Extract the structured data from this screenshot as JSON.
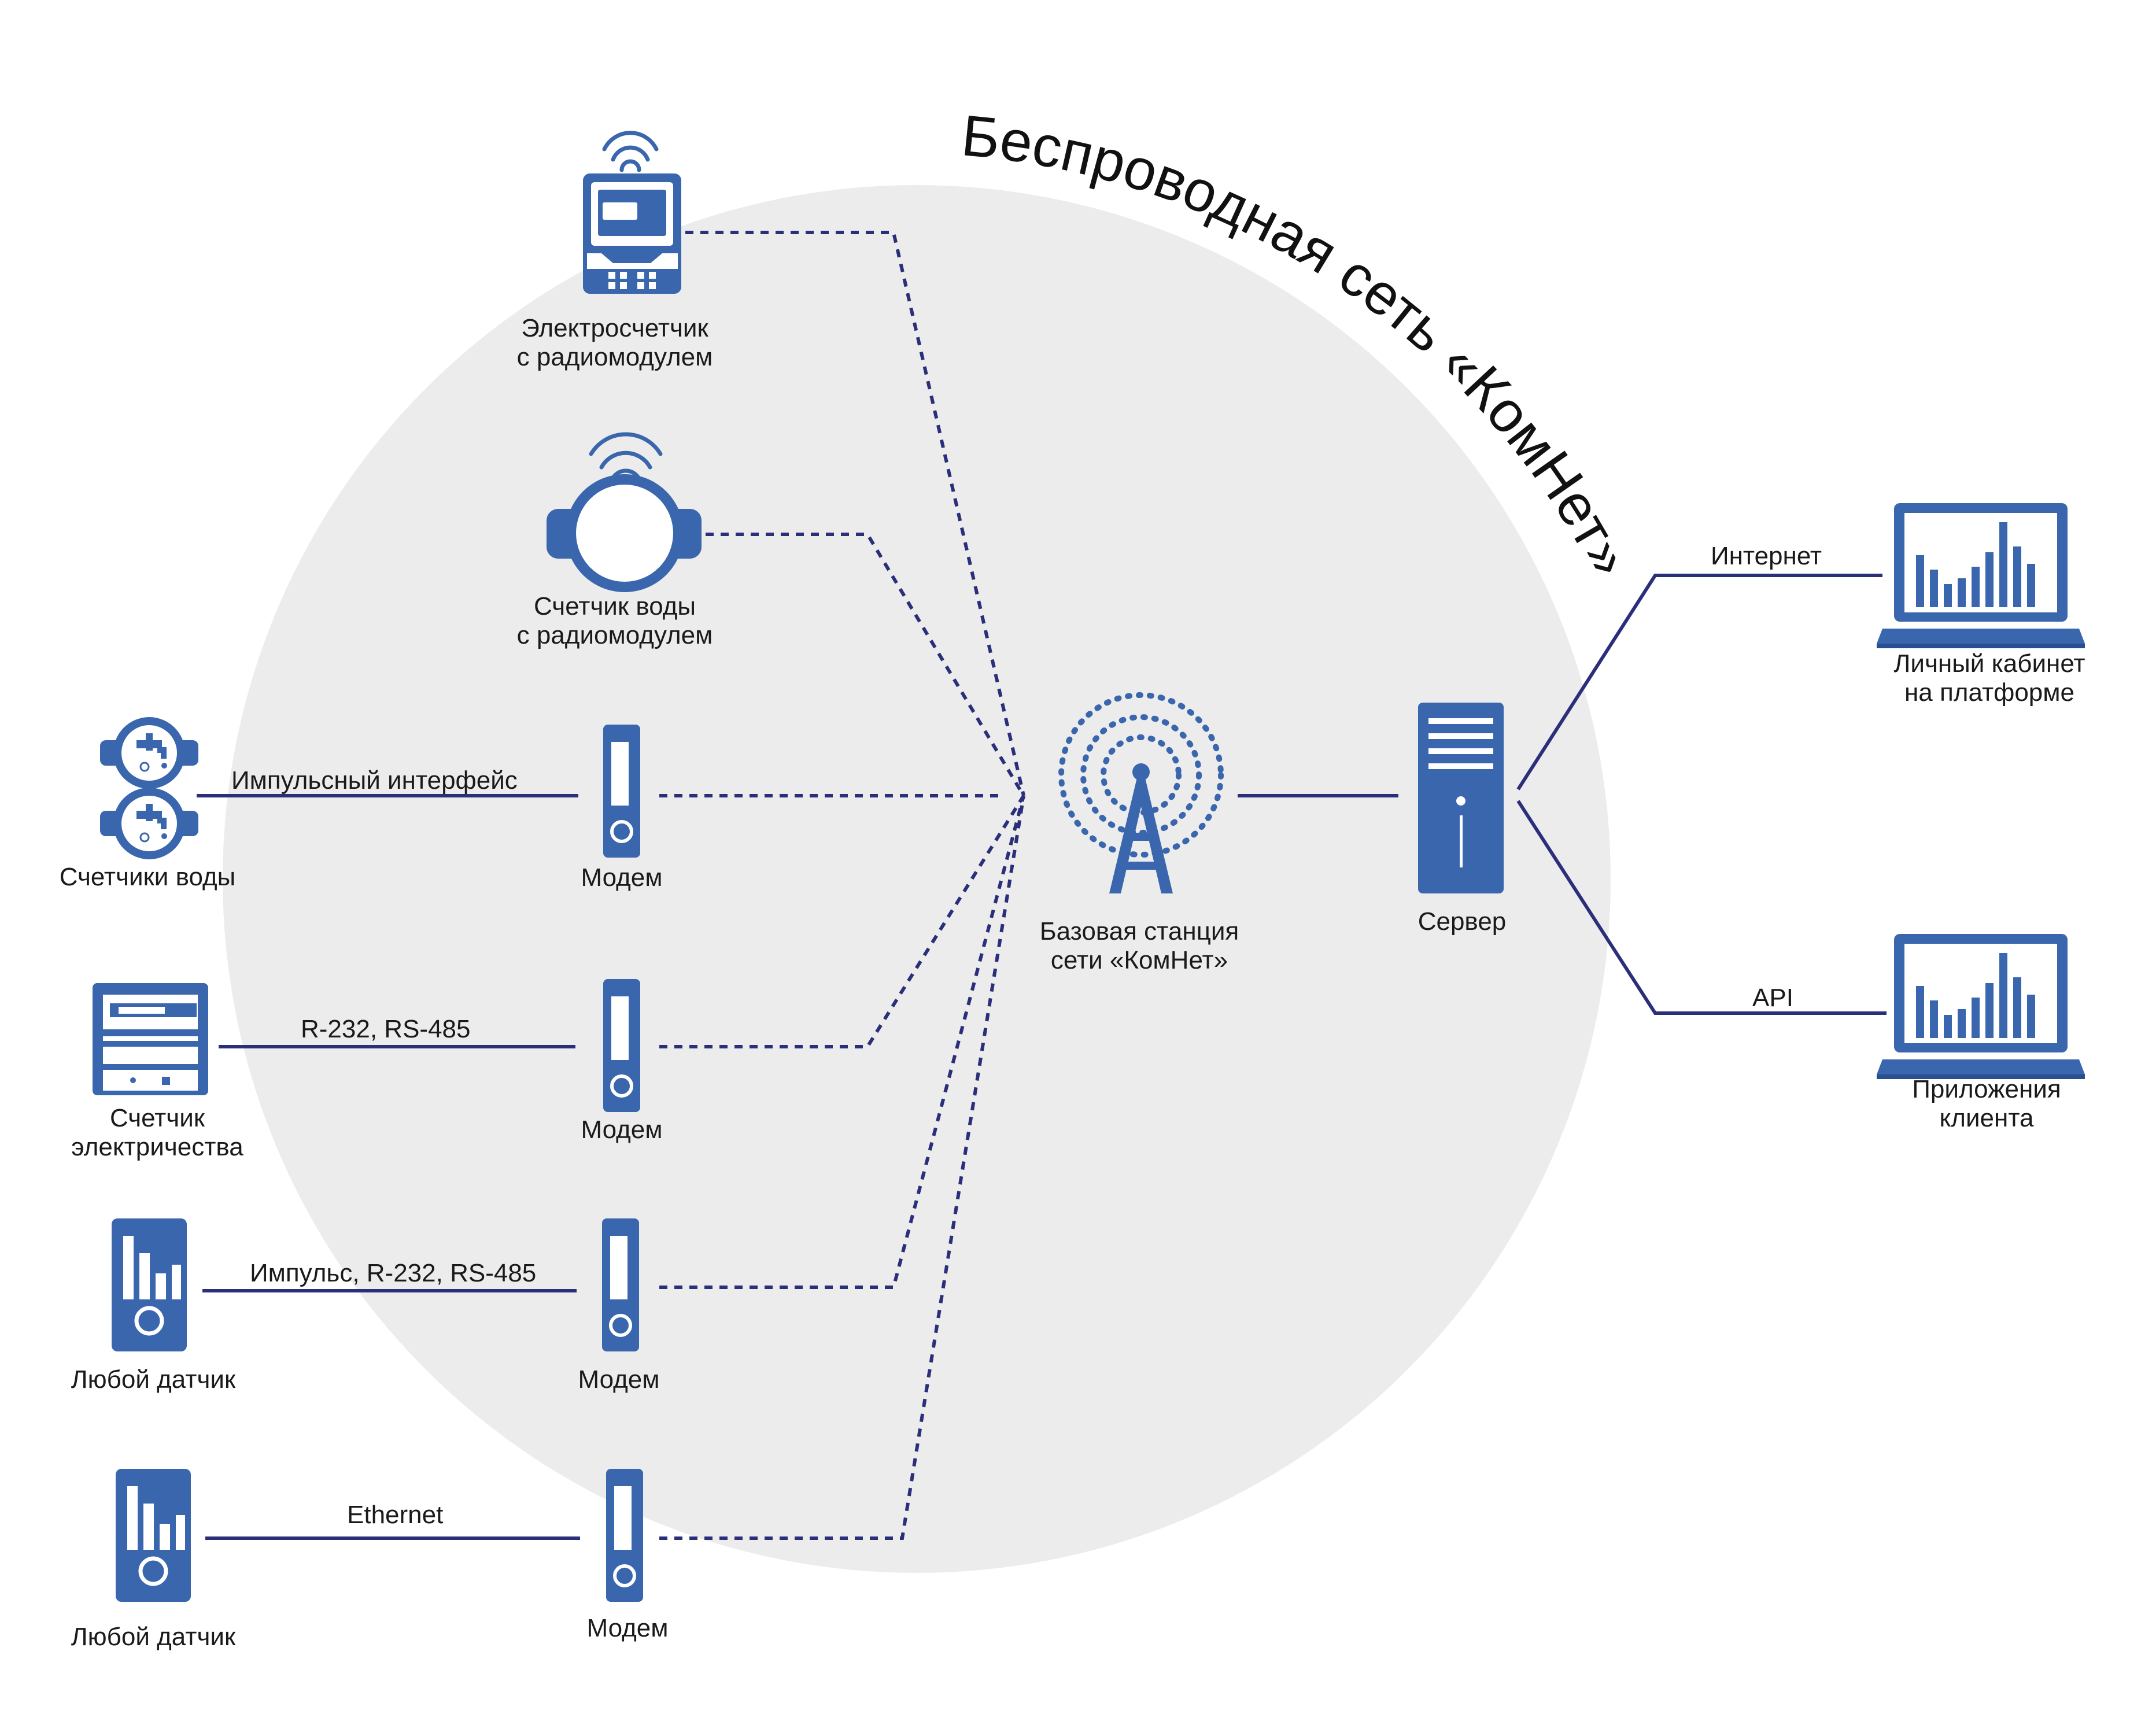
{
  "title": "Беспроводная сеть «КомНет»",
  "colors": {
    "device": "#3a66ad",
    "device_dark": "#284f91",
    "line": "#2b2f7a",
    "circle": "#ececec"
  },
  "labels": {
    "elec_radio_line1": "Электросчетчик",
    "elec_radio_line2": "с радиомодулем",
    "water_radio_line1": "Счетчик воды",
    "water_radio_line2": "с радиомодулем",
    "water_meters": "Счетчики воды",
    "elec_meter_line1": "Счетчик",
    "elec_meter_line2": "электричества",
    "any_sensor_1": "Любой датчик",
    "any_sensor_2": "Любой датчик",
    "modem_1": "Модем",
    "modem_2": "Модем",
    "modem_3": "Модем",
    "modem_4": "Модем",
    "base_line1": "Базовая станция",
    "base_line2": "сети «КомНет»",
    "server": "Сервер",
    "cabinet_line1": "Личный кабинет",
    "cabinet_line2": "на платформе",
    "apps_line1": "Приложения",
    "apps_line2": "клиента"
  },
  "links": {
    "pulse": "Импульсный интерфейс",
    "rs": "R-232, RS-485",
    "pulse_rs": "Импульс, R-232, RS-485",
    "ethernet": "Ethernet",
    "internet": "Интернет",
    "api": "API"
  },
  "icons": {
    "elec_radio": "electric-meter-radio-icon",
    "water_radio": "water-meter-radio-icon",
    "water_meters": "water-meter-icon",
    "elec_meter": "electric-meter-icon",
    "sensor": "sensor-device-icon",
    "modem": "modem-icon",
    "base_station": "radio-tower-icon",
    "server": "server-icon",
    "laptop": "laptop-chart-icon"
  }
}
